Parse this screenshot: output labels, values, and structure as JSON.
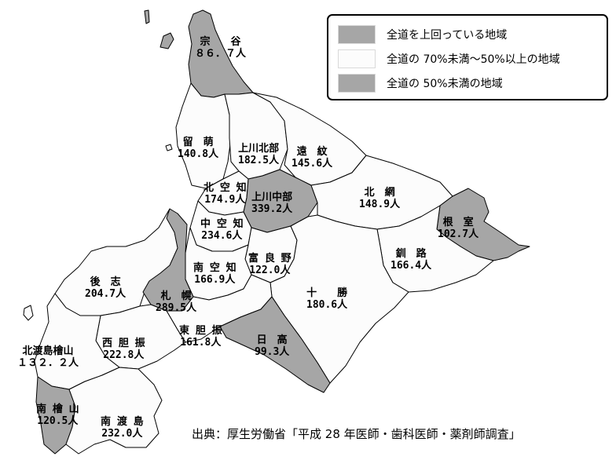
{
  "colors": {
    "above": "#a6a6a6",
    "middle": "#fcfcfc",
    "below": "#a6a6a6"
  },
  "legend": {
    "items": [
      {
        "key": "above",
        "label": "全道を上回っている地域"
      },
      {
        "key": "middle",
        "label": "全道の 70%未満～50%以上の地域"
      },
      {
        "key": "below",
        "label": "全道の 50%未満の地域"
      }
    ]
  },
  "source": "出典：厚生労働省「平成 28 年医師・歯科医師・薬剤師調査」",
  "regions": [
    {
      "id": "soya",
      "name": "宗　　谷",
      "value": "８６．７人",
      "category": "below"
    },
    {
      "id": "rumoi",
      "name": "留　萌",
      "value": "140.8人",
      "category": "middle"
    },
    {
      "id": "kamikawa-n",
      "name": "上川北部",
      "value": "182.5人",
      "category": "middle"
    },
    {
      "id": "enmon",
      "name": "遠　紋",
      "value": "145.6人",
      "category": "middle"
    },
    {
      "id": "kita-sorachi",
      "name": "北 空 知",
      "value": "174.9人",
      "category": "middle"
    },
    {
      "id": "kamikawa-c",
      "name": "上川中部",
      "value": "339.2人",
      "category": "above"
    },
    {
      "id": "hokumo",
      "name": "北　網",
      "value": "148.9人",
      "category": "middle"
    },
    {
      "id": "nemuro",
      "name": "根　室",
      "value": "102.7人",
      "category": "below"
    },
    {
      "id": "naka-sorachi",
      "name": "中 空 知",
      "value": "234.6人",
      "category": "middle"
    },
    {
      "id": "furano",
      "name": "富 良 野",
      "value": "122.0人",
      "category": "middle"
    },
    {
      "id": "kushiro",
      "name": "釧　路",
      "value": "166.4人",
      "category": "middle"
    },
    {
      "id": "minami-sorachi",
      "name": "南 空 知",
      "value": "166.9人",
      "category": "middle"
    },
    {
      "id": "shiribeshi",
      "name": "後　志",
      "value": "204.7人",
      "category": "middle"
    },
    {
      "id": "sapporo",
      "name": "札　幌",
      "value": "289.5人",
      "category": "above"
    },
    {
      "id": "tokachi",
      "name": "十　　勝",
      "value": "180.6人",
      "category": "middle"
    },
    {
      "id": "higashi-iburi",
      "name": "東 胆 振",
      "value": "161.8人",
      "category": "middle"
    },
    {
      "id": "hidaka",
      "name": "日　高",
      "value": "99.3人",
      "category": "below"
    },
    {
      "id": "nishi-iburi",
      "name": "西 胆 振",
      "value": "222.8人",
      "category": "middle"
    },
    {
      "id": "kitaoshima",
      "name": "北渡島檜山",
      "value": "１３２．２人",
      "category": "middle"
    },
    {
      "id": "minami-hiyama",
      "name": "南 檜 山",
      "value": "120.5人",
      "category": "below"
    },
    {
      "id": "minami-oshima",
      "name": "南 渡 島",
      "value": "232.0人",
      "category": "middle"
    }
  ]
}
